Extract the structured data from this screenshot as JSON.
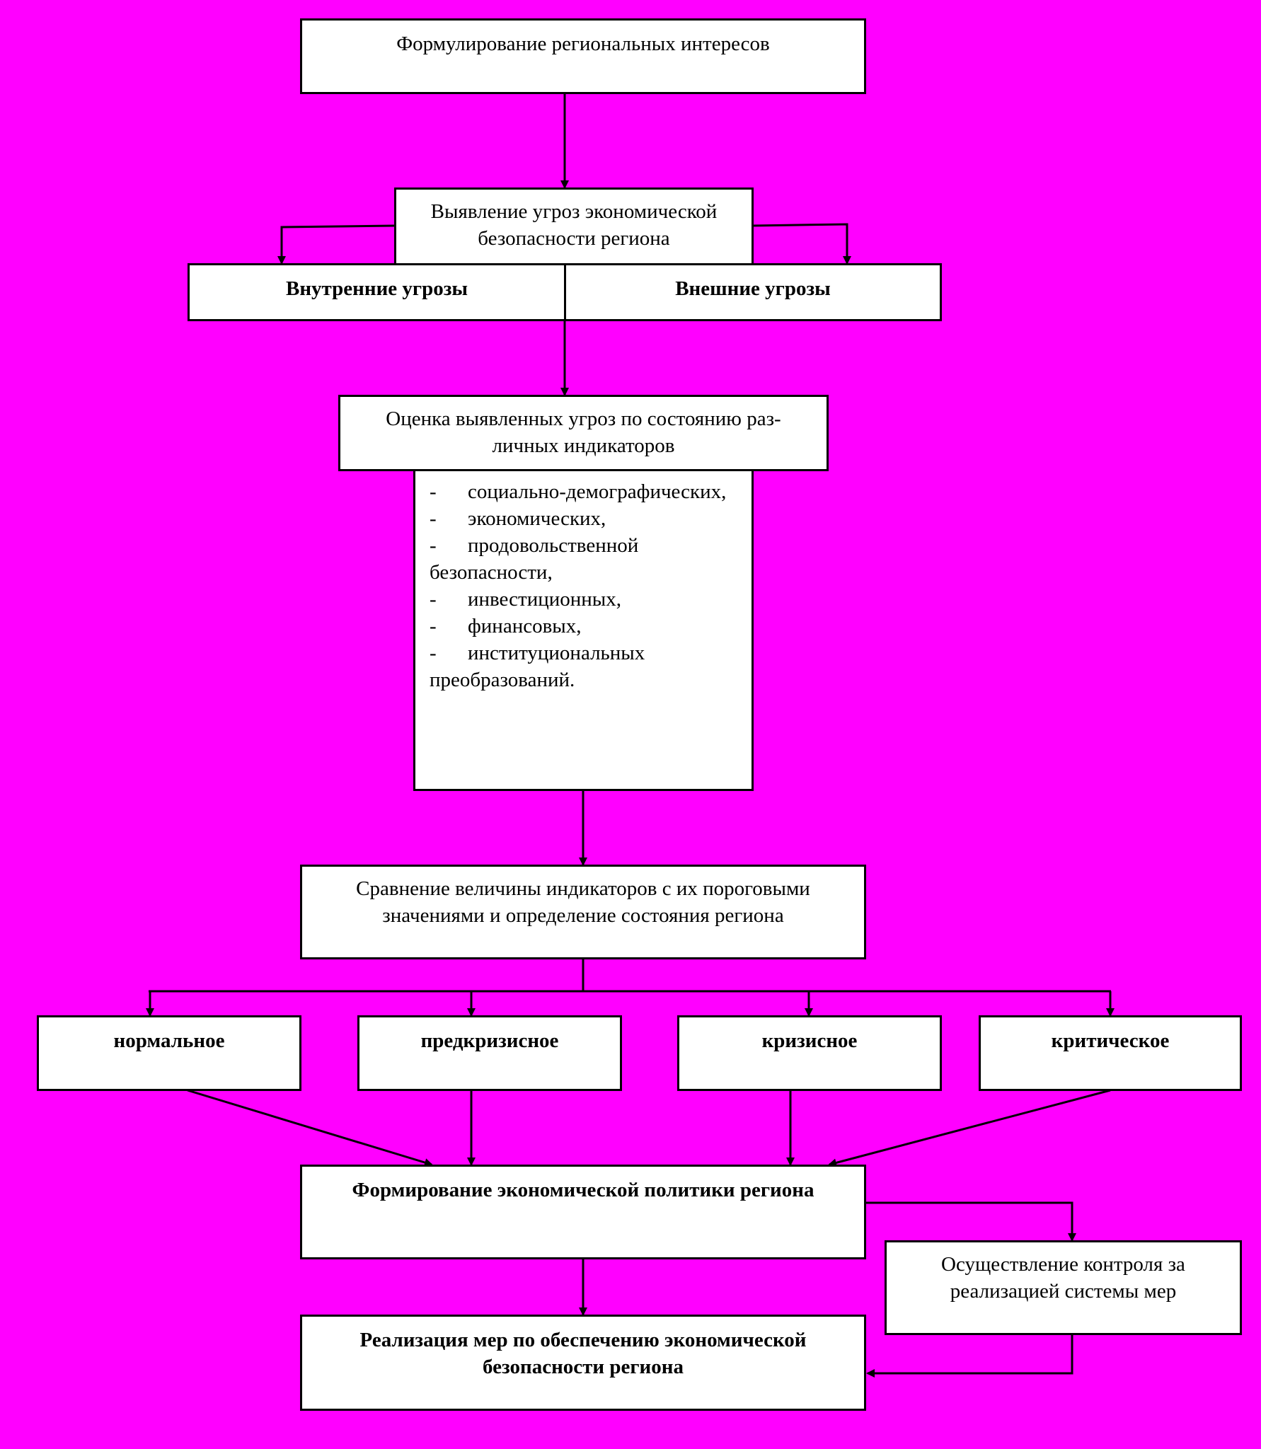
{
  "nodes": {
    "formulation": "Формулирование региональных интересов",
    "identify_threats": "Выявление угроз экономической безопасности региона",
    "internal_threats": "Внутренние угрозы",
    "external_threats": "Внешние угрозы",
    "assessment": "Оценка выявленных угроз по состоянию раз-личных индикаторов",
    "comparison": "Сравнение величины индикаторов с их пороговыми значениями и определение состояния региона",
    "states": [
      "нормальное",
      "предкризисное",
      "кризисное",
      "критическое"
    ],
    "policy": "Формирование экономической политики региона",
    "control": "Осуществление контроля за реализацией системы мер",
    "implementation": "Реализация  мер по обеспечению экономической безопасности региона"
  },
  "indicators": [
    "социально-демографических,",
    "экономических,",
    "продовольственной безопасности,",
    "инвестиционных,",
    "финансовых,",
    "институциональных преобразований."
  ]
}
